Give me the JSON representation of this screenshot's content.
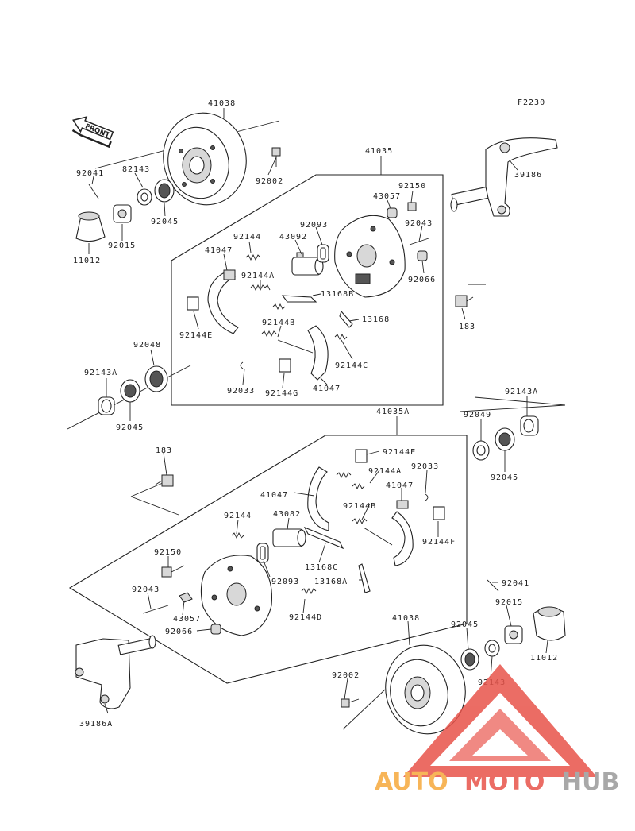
{
  "figure_code": "F2230",
  "front_label": "FRONT",
  "labels": [
    {
      "id": "l01",
      "text": "41038"
    },
    {
      "id": "l02",
      "text": "92002"
    },
    {
      "id": "l03",
      "text": "41035"
    },
    {
      "id": "l04",
      "text": "39186"
    },
    {
      "id": "l05",
      "text": "92041"
    },
    {
      "id": "l06",
      "text": "82143"
    },
    {
      "id": "l07",
      "text": "92045"
    },
    {
      "id": "l08",
      "text": "92015"
    },
    {
      "id": "l09",
      "text": "11012"
    },
    {
      "id": "l10",
      "text": "92150"
    },
    {
      "id": "l11",
      "text": "43057"
    },
    {
      "id": "l12",
      "text": "92043"
    },
    {
      "id": "l13",
      "text": "92093"
    },
    {
      "id": "l14",
      "text": "43092"
    },
    {
      "id": "l15",
      "text": "92144"
    },
    {
      "id": "l16",
      "text": "41047"
    },
    {
      "id": "l17",
      "text": "92144A"
    },
    {
      "id": "l18",
      "text": "92066"
    },
    {
      "id": "l19",
      "text": "13168B"
    },
    {
      "id": "l20",
      "text": "183"
    },
    {
      "id": "l21",
      "text": "92144E"
    },
    {
      "id": "l22",
      "text": "92144B"
    },
    {
      "id": "l23",
      "text": "13168"
    },
    {
      "id": "l24",
      "text": "92048"
    },
    {
      "id": "l25",
      "text": "92144C"
    },
    {
      "id": "l26",
      "text": "92143A"
    },
    {
      "id": "l27",
      "text": "92033"
    },
    {
      "id": "l28",
      "text": "92144G"
    },
    {
      "id": "l29",
      "text": "41047"
    },
    {
      "id": "l30",
      "text": "92045"
    },
    {
      "id": "l31",
      "text": "92143A"
    },
    {
      "id": "l32",
      "text": "41035A"
    },
    {
      "id": "l33",
      "text": "92049"
    },
    {
      "id": "l34",
      "text": "92045"
    },
    {
      "id": "l35",
      "text": "183"
    },
    {
      "id": "l36",
      "text": "92144E"
    },
    {
      "id": "l37",
      "text": "92033"
    },
    {
      "id": "l38",
      "text": "92144A"
    },
    {
      "id": "l39",
      "text": "41047"
    },
    {
      "id": "l40",
      "text": "41047"
    },
    {
      "id": "l41",
      "text": "92144B"
    },
    {
      "id": "l42",
      "text": "43082"
    },
    {
      "id": "l43",
      "text": "92144"
    },
    {
      "id": "l44",
      "text": "92144F"
    },
    {
      "id": "l45",
      "text": "13168C"
    },
    {
      "id": "l46",
      "text": "92150"
    },
    {
      "id": "l47",
      "text": "13168A"
    },
    {
      "id": "l48",
      "text": "92093"
    },
    {
      "id": "l49",
      "text": "92043"
    },
    {
      "id": "l50",
      "text": "92041"
    },
    {
      "id": "l51",
      "text": "43057"
    },
    {
      "id": "l52",
      "text": "92144D"
    },
    {
      "id": "l53",
      "text": "92066"
    },
    {
      "id": "l54",
      "text": "41038"
    },
    {
      "id": "l55",
      "text": "92045"
    },
    {
      "id": "l56",
      "text": "92015"
    },
    {
      "id": "l57",
      "text": "92143"
    },
    {
      "id": "l58",
      "text": "11012"
    },
    {
      "id": "l59",
      "text": "92002"
    },
    {
      "id": "l60",
      "text": "39186A"
    }
  ],
  "watermark": {
    "part1": "AUTO",
    "part2": "MOTO",
    "part3": "HUB"
  },
  "colors": {
    "watermark_red": "#e8534a",
    "watermark_orange": "#f6a93b",
    "watermark_gray": "#9a9a9a"
  }
}
